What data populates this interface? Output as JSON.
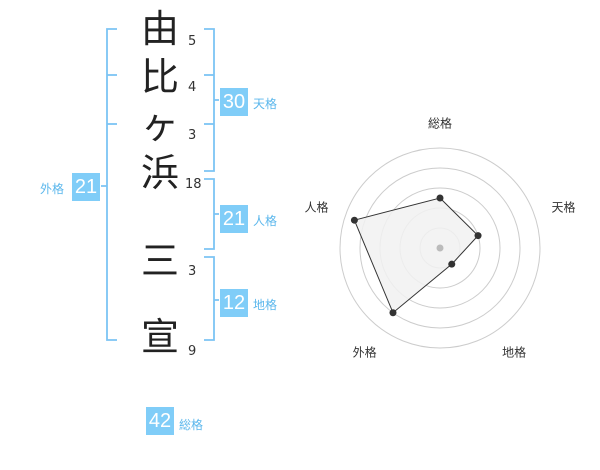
{
  "name_chars": [
    "由",
    "比",
    "ヶ",
    "浜",
    "三",
    "宣"
  ],
  "strokes": [
    "5",
    "4",
    "3",
    "18",
    "3",
    "9"
  ],
  "fortunes": {
    "tenkaku": {
      "value": "30",
      "label": "天格"
    },
    "jinkaku": {
      "value": "21",
      "label": "人格"
    },
    "chikaku": {
      "value": "12",
      "label": "地格"
    },
    "gaikaku": {
      "value": "21",
      "label": "外格"
    },
    "soukaku": {
      "value": "42",
      "label": "総格"
    }
  },
  "radar": {
    "axes": [
      "総格",
      "天格",
      "地格",
      "外格",
      "人格"
    ],
    "levels": 5,
    "values": [
      0.5,
      0.4,
      0.2,
      0.8,
      0.9
    ],
    "colors": {
      "fill": "#f1f1f1",
      "stroke": "#333333",
      "grid": "#cccccc",
      "point": "#333333",
      "center": "#bbbbbb"
    }
  },
  "colors": {
    "accent": "#80cdf8",
    "bracket": "#7cc4f4",
    "label": "#5bb7ec"
  }
}
